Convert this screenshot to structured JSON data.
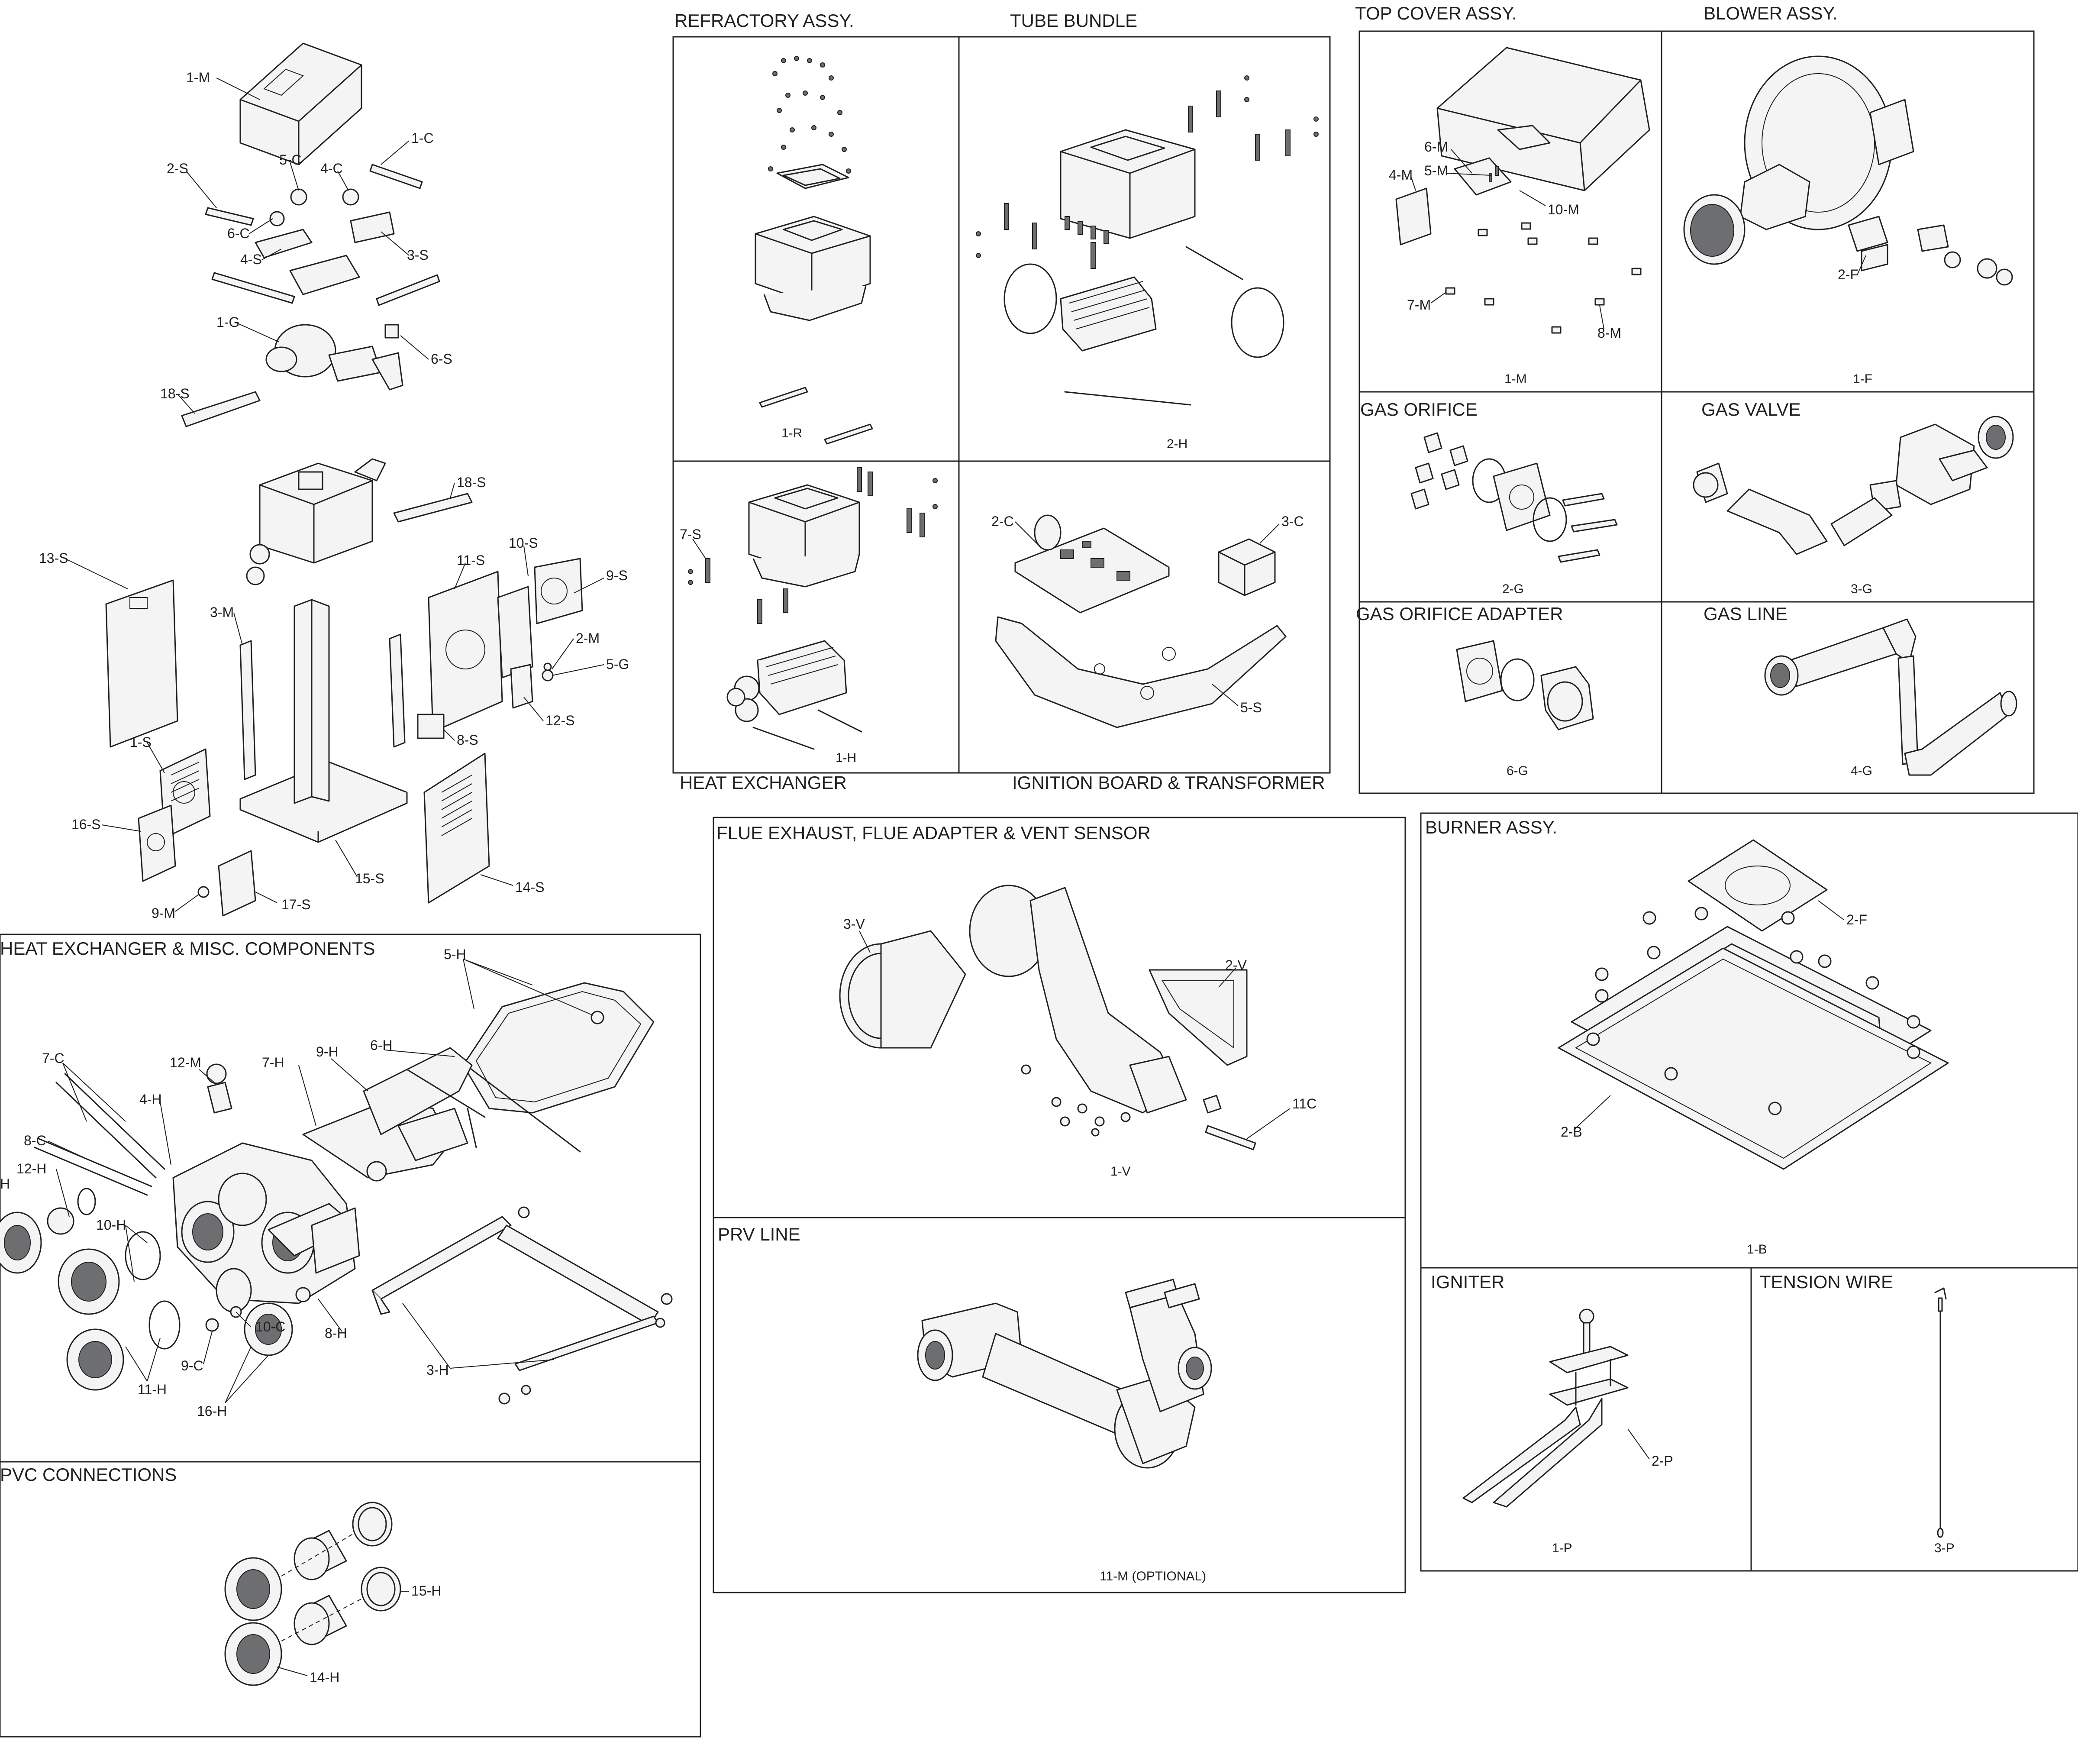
{
  "main_explosion": {
    "callouts": [
      "1-M",
      "1-C",
      "2-S",
      "5-C",
      "4-C",
      "6-C",
      "4-S",
      "3-S",
      "1-G",
      "6-S",
      "18-S",
      "18-S",
      "13-S",
      "10-S",
      "9-S",
      "11-S",
      "3-M",
      "2-M",
      "5-G",
      "12-S",
      "8-S",
      "1-S",
      "16-S",
      "15-S",
      "14-S",
      "9-M",
      "17-S"
    ]
  },
  "panels": {
    "refractory": {
      "title": "REFRACTORY ASSY.",
      "sub": "1-R"
    },
    "tube_bundle": {
      "title": "TUBE BUNDLE",
      "sub": "2-H"
    },
    "heat_exchanger": {
      "title": "HEAT EXCHANGER",
      "sub": "1-H",
      "callouts": [
        "7-S"
      ]
    },
    "ignition": {
      "title": "IGNITION BOARD & TRANSFORMER",
      "callouts": [
        "2-C",
        "3-C",
        "5-S"
      ]
    },
    "top_cover": {
      "title": "TOP COVER ASSY.",
      "sub": "1-M",
      "callouts": [
        "6-M",
        "4-M",
        "5-M",
        "10-M",
        "7-M",
        "8-M"
      ]
    },
    "blower": {
      "title": "BLOWER ASSY.",
      "sub": "1-F",
      "callouts": [
        "2-F"
      ]
    },
    "gas_orifice": {
      "title": "GAS ORIFICE",
      "sub": "2-G"
    },
    "gas_valve": {
      "title": "GAS VALVE",
      "sub": "3-G"
    },
    "gas_orifice_adapter": {
      "title": "GAS ORIFICE ADAPTER",
      "sub": "6-G"
    },
    "gas_line": {
      "title": "GAS LINE",
      "sub": "4-G"
    },
    "hx_misc": {
      "title": "HEAT EXCHANGER & MISC. COMPONENTS",
      "callouts": [
        "5-H",
        "7-C",
        "12-M",
        "7-H",
        "9-H",
        "6-H",
        "4-H",
        "8-C",
        "12-H",
        "H",
        "10-H",
        "8-H",
        "10-C",
        "9-C",
        "11-H",
        "16-H",
        "3-H"
      ]
    },
    "pvc": {
      "title": "PVC CONNECTIONS",
      "callouts": [
        "15-H",
        "14-H"
      ]
    },
    "flue": {
      "title": "FLUE EXHAUST, FLUE ADAPTER & VENT SENSOR",
      "sub": "1-V",
      "callouts": [
        "3-V",
        "2-V",
        "11C"
      ]
    },
    "prv": {
      "title": "PRV LINE",
      "sub": "11-M (OPTIONAL)"
    },
    "burner": {
      "title": "BURNER ASSY.",
      "sub": "1-B",
      "callouts": [
        "2-F",
        "2-B"
      ]
    },
    "igniter": {
      "title": "IGNITER",
      "sub": "1-P",
      "callouts": [
        "2-P"
      ]
    },
    "tension_wire": {
      "title": "TENSION WIRE",
      "sub": "3-P"
    }
  }
}
